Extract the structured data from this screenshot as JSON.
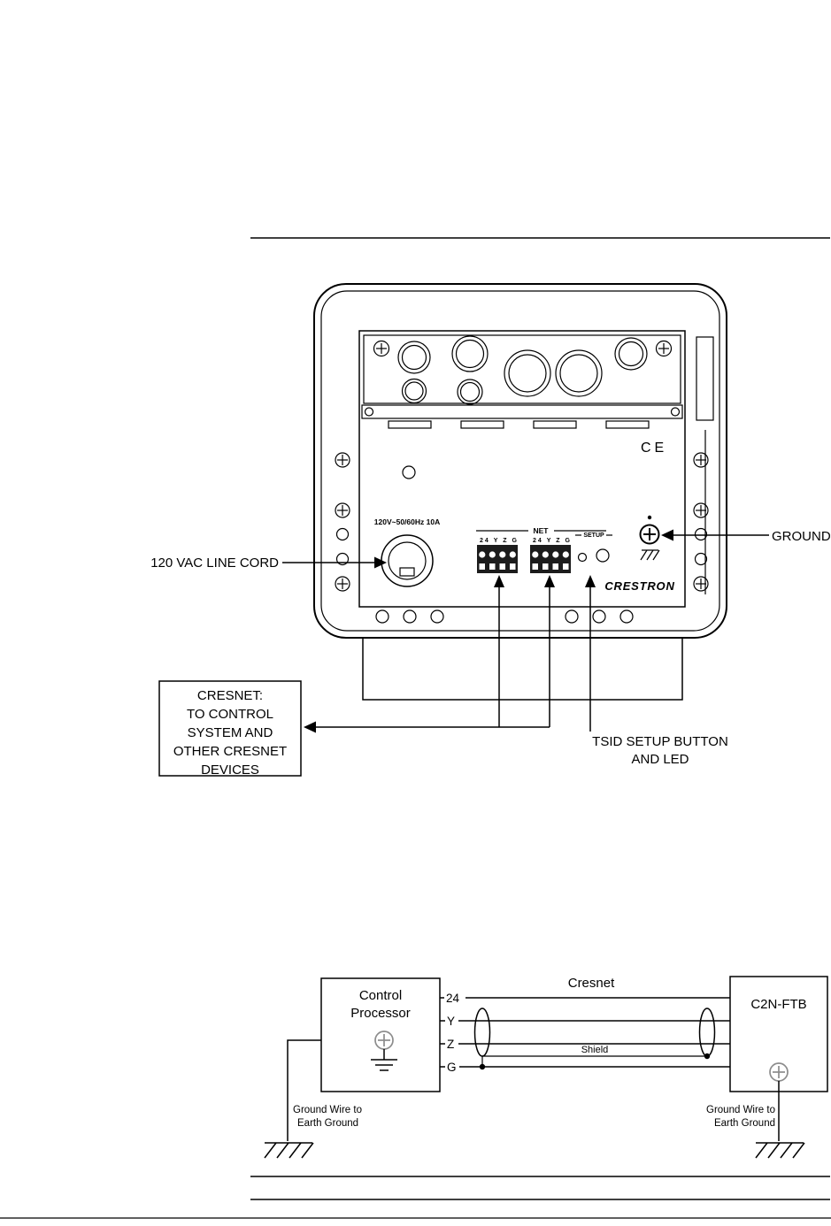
{
  "device_diagram": {
    "panel": {
      "power_rating": "120V~50/60Hz 10A",
      "net_label": "NET",
      "pins1": "24 Y Z G",
      "pins2": "24 Y Z G",
      "setup_label": "SETUP",
      "ce_mark": "CE",
      "brand": "CRESTRON"
    },
    "callouts": {
      "line_cord": "120 VAC LINE CORD",
      "ground": "GROUND",
      "tsid_line1": "TSID SETUP BUTTON",
      "tsid_line2": "AND LED",
      "cresnet_lines": [
        "CRESNET:",
        "TO CONTROL",
        "SYSTEM AND",
        "OTHER CRESNET",
        "DEVICES"
      ]
    }
  },
  "wiring_diagram": {
    "title": "Cresnet",
    "control_box": [
      "Control",
      "Processor"
    ],
    "device_label": "C2N-FTB",
    "wire_labels": [
      "24",
      "Y",
      "Z",
      "G"
    ],
    "shield_label": "Shield",
    "ground_note_left": [
      "Ground Wire to",
      "Earth Ground"
    ],
    "ground_note_right": [
      "Ground Wire to",
      "Earth Ground"
    ]
  },
  "colors": {
    "ink": "#000000",
    "screw_gray": "#8c8c8c",
    "terminal_block": "#1c1c1c"
  }
}
